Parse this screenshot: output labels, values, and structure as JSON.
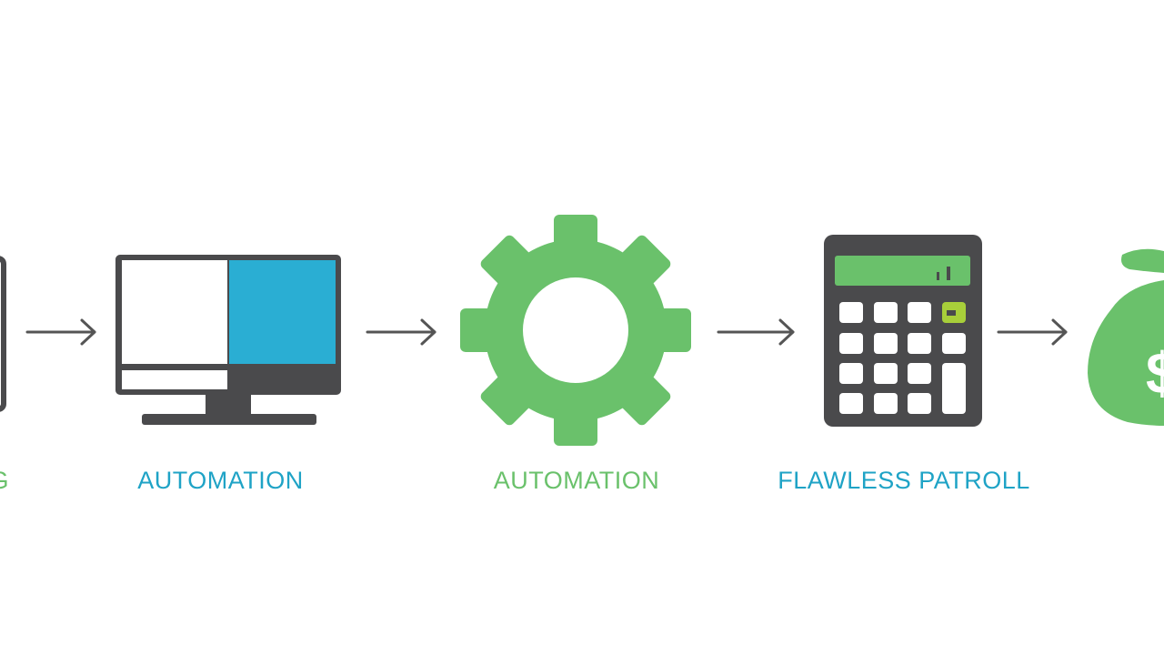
{
  "steps": [
    {
      "label": "G",
      "color": "#6ac16b",
      "icon": "monitor-icon"
    },
    {
      "label": "AUTOMATION",
      "color": "#1fa3c6",
      "icon": "computer-monitor-icon"
    },
    {
      "label": "AUTOMATION",
      "color": "#6ac16b",
      "icon": "gear-icon"
    },
    {
      "label": "FLAWLESS PATROLL",
      "color": "#1fa3c6",
      "icon": "calculator-icon"
    },
    {
      "label": "",
      "color": "#6ac16b",
      "icon": "money-bag-icon"
    }
  ],
  "colors": {
    "dark": "#4a4a4c",
    "blue": "#2aaed3",
    "green": "#6ac16b",
    "lime": "#a8cf3a",
    "arrow": "#555555"
  },
  "money_symbol": "$"
}
